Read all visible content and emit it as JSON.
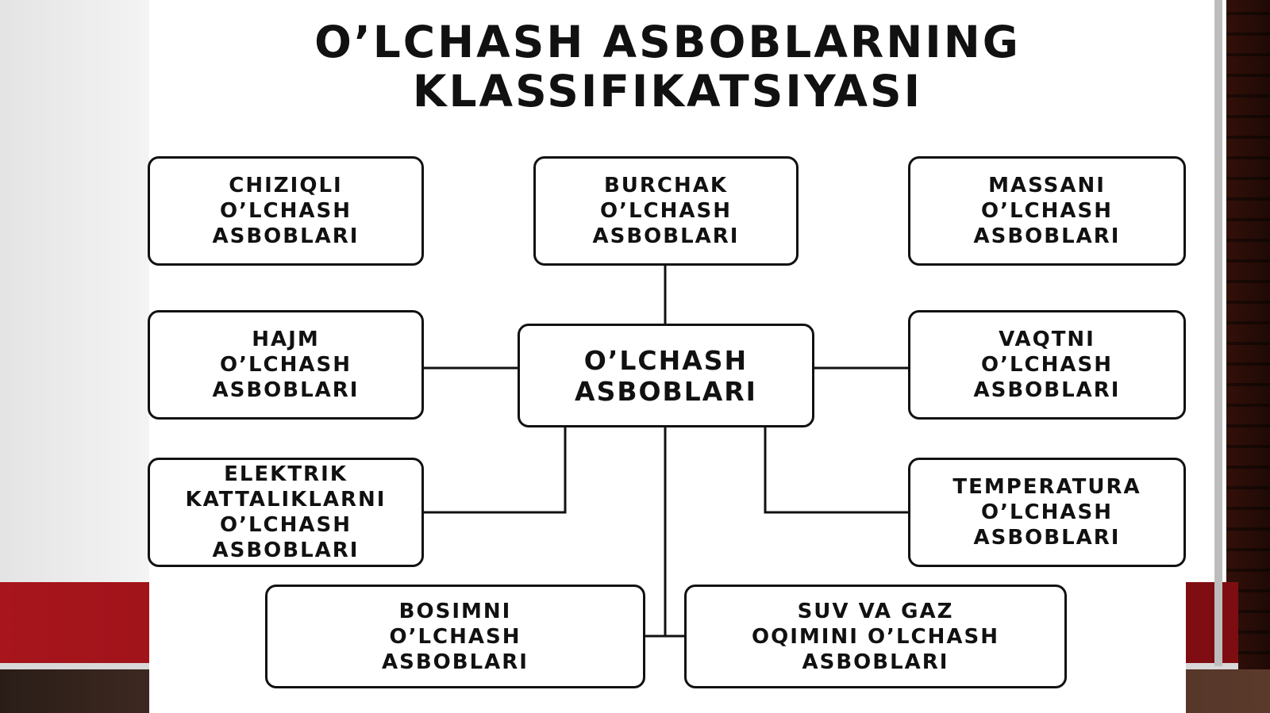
{
  "title": {
    "line1": "O’LCHASH ASBOBLARNING",
    "line2": "KLASSIFIKATSIYASI"
  },
  "center": {
    "lines": [
      "O’LCHASH",
      "ASBOBLARI"
    ]
  },
  "boxes": {
    "chiziqli": {
      "lines": [
        "CHIZIQLI",
        "O’LCHASH",
        "ASBOBLARI"
      ]
    },
    "burchak": {
      "lines": [
        "BURCHAK",
        "O’LCHASH",
        "ASBOBLARI"
      ]
    },
    "massani": {
      "lines": [
        "MASSANI",
        "O’LCHASH",
        "ASBOBLARI"
      ]
    },
    "hajm": {
      "lines": [
        "HAJM",
        "O’LCHASH",
        "ASBOBLARI"
      ]
    },
    "vaqtni": {
      "lines": [
        "VAQTNI",
        "O’LCHASH",
        "ASBOBLARI"
      ]
    },
    "elektrik": {
      "lines": [
        "ELEKTRIK",
        "KATTALIKLARNI",
        "O’LCHASH",
        "ASBOBLARI"
      ]
    },
    "temperatura": {
      "lines": [
        "TEMPERATURA",
        "O’LCHASH",
        "ASBOBLARI"
      ]
    },
    "bosimni": {
      "lines": [
        "BOSIMNI",
        "O’LCHASH",
        "ASBOBLARI"
      ]
    },
    "suv": {
      "lines": [
        "SUV VA GAZ",
        "OQIMINI O’LCHASH",
        "ASBOBLARI"
      ]
    }
  }
}
